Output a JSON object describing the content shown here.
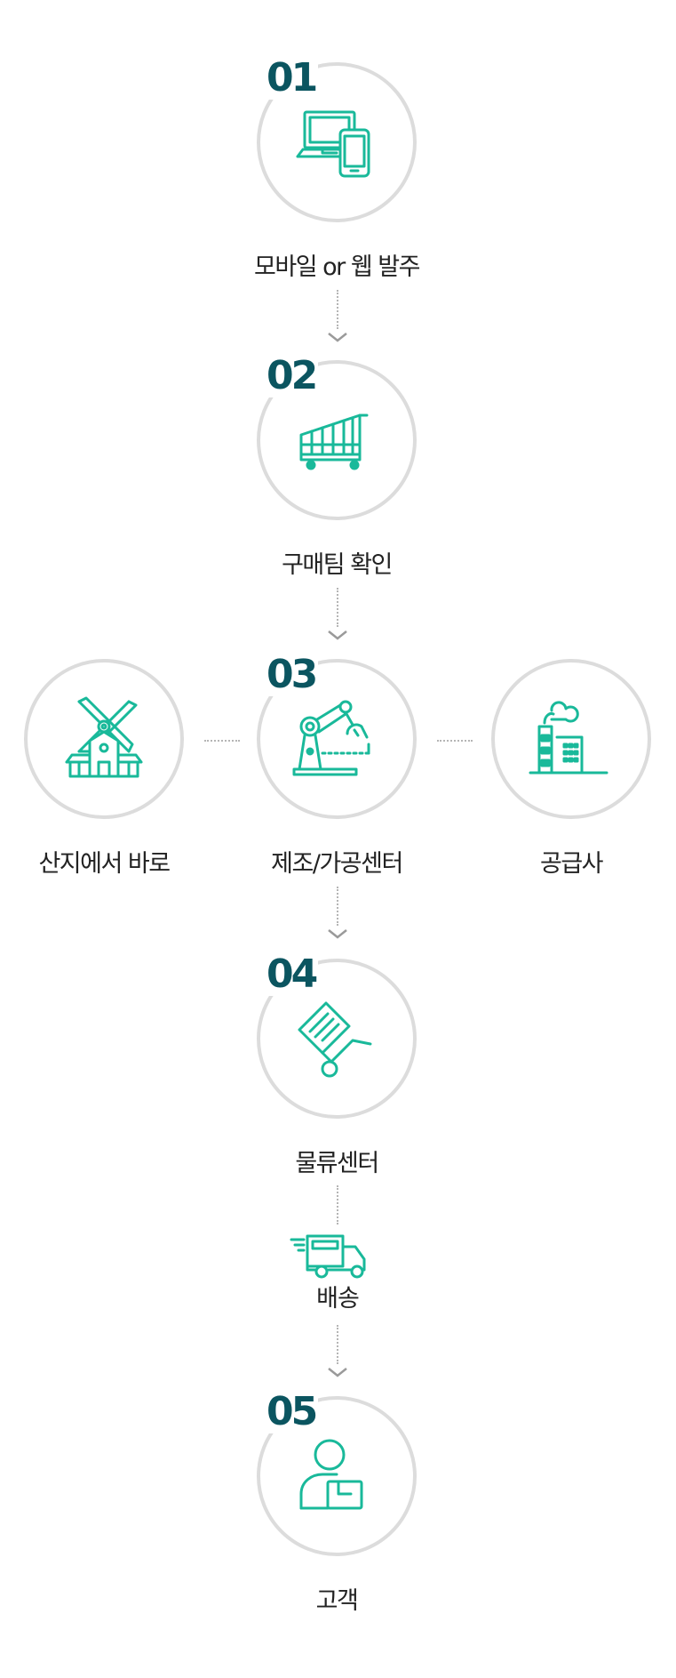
{
  "accent_color": "#19b99a",
  "number_color": "#0b5560",
  "steps": [
    {
      "number": "01",
      "label": "모바일 or 웹 발주",
      "icon": "computer-mobile-icon"
    },
    {
      "number": "02",
      "label": "구매팀 확인",
      "icon": "shopping-cart-chart-icon"
    },
    {
      "number": "03",
      "label": "제조/가공센터",
      "icon": "robot-arm-icon"
    },
    {
      "number": "04",
      "label": "물류센터",
      "icon": "hand-truck-icon"
    },
    {
      "number": "05",
      "label": "고객",
      "icon": "customer-package-icon"
    }
  ],
  "side_nodes": [
    {
      "label": "산지에서 바로",
      "icon": "windmill-farm-icon"
    },
    {
      "label": "공급사",
      "icon": "factory-icon"
    }
  ],
  "shipping": {
    "label": "배송",
    "icon": "delivery-truck-icon"
  }
}
